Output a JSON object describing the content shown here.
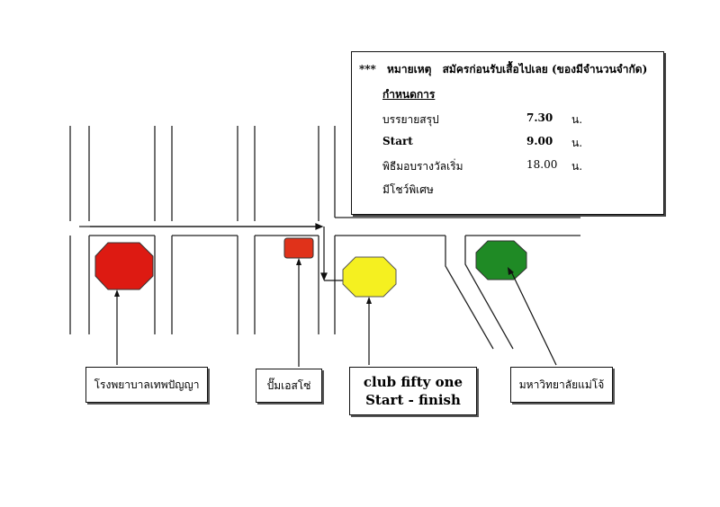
{
  "notice": {
    "stars": "***",
    "heading": "หมายเหตุ",
    "text": "สมัครก่อนรับเสื้อไปเลย (ของมีจำนวนจำกัด)"
  },
  "schedule": {
    "title": "กำหนดการ",
    "items": [
      {
        "event": "บรรยายสรุป",
        "time": "7.30",
        "unit": "น."
      },
      {
        "event": "Start",
        "time": "9.00",
        "unit": "น."
      },
      {
        "event": "พิธีมอบรางวัลเริ่ม",
        "time": "18.00",
        "unit": "น."
      },
      {
        "event": "มีโชว์พิเศษ",
        "time": "",
        "unit": ""
      }
    ]
  },
  "places": {
    "hospital": "โรงพยาบาลเทพปัญญา",
    "gas_station": "ปั๊มเอสโซ่",
    "club_line1": "club fifty one",
    "club_line2": "Start - finish",
    "university": "มหาวิทยาลัยแม่โจ้"
  },
  "colors": {
    "hospital": "#dd1a12",
    "gas_station": "#e0321a",
    "club": "#f5f020",
    "university": "#1f8a25"
  },
  "icons": {
    "hospital": "red-octagon-icon",
    "gas_station": "red-square-icon",
    "club": "yellow-octagon-icon",
    "university": "green-octagon-icon"
  }
}
